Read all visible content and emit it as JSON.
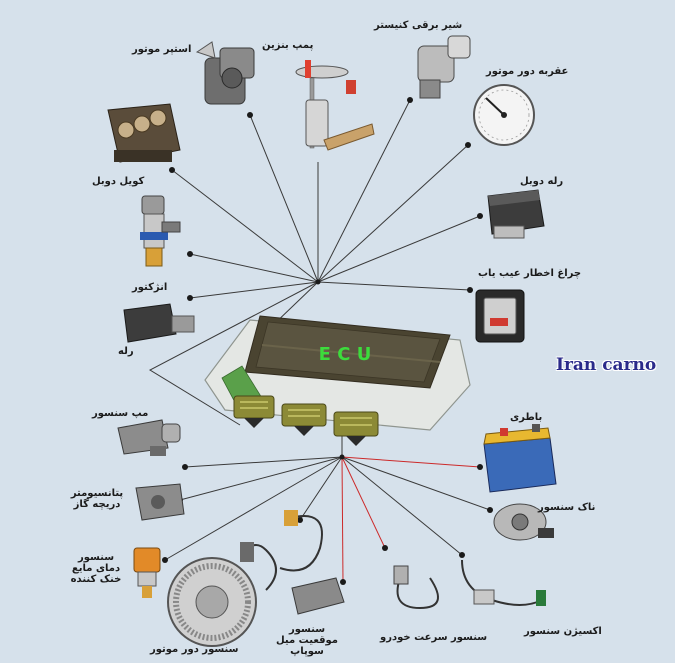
{
  "colors": {
    "background": "#d6e1eb",
    "wire": "#3a3a3a",
    "red_wire": "#cc2a2a",
    "ecu_label": "#3cdc3c",
    "watermark": "#2a2a8a"
  },
  "ecu": {
    "label": "E C U"
  },
  "watermark": "Iran carno",
  "components": {
    "idle_motor": "استپر موتور",
    "fuel_pump": "پمپ بنزین",
    "canister_valve": "شیر برقی کنیستر",
    "tachometer": "عقربه دور موتور",
    "ignition_coil": "کویل دوبل",
    "double_relay": "رله دوبل",
    "injector": "انژکتور",
    "fault_lamp": "چراغ اخطار عیب یاب",
    "relay": "رله",
    "map_sensor": "مپ سنسور",
    "battery": "باطری",
    "throttle_sensor": "پتانسیومتر دریچه گاز",
    "knock_sensor": "ناک سنسور",
    "air_temp_sensor": "سنسور دمای مایع خنک کننده",
    "crank_sensor": "سنسور دور موتور",
    "cam_sensor": "سنسور موقعیت میل سوپاپ",
    "speed_sensor": "سنسور سرعت خودرو",
    "oxygen_sensor": "اکسیژن سنسور"
  }
}
